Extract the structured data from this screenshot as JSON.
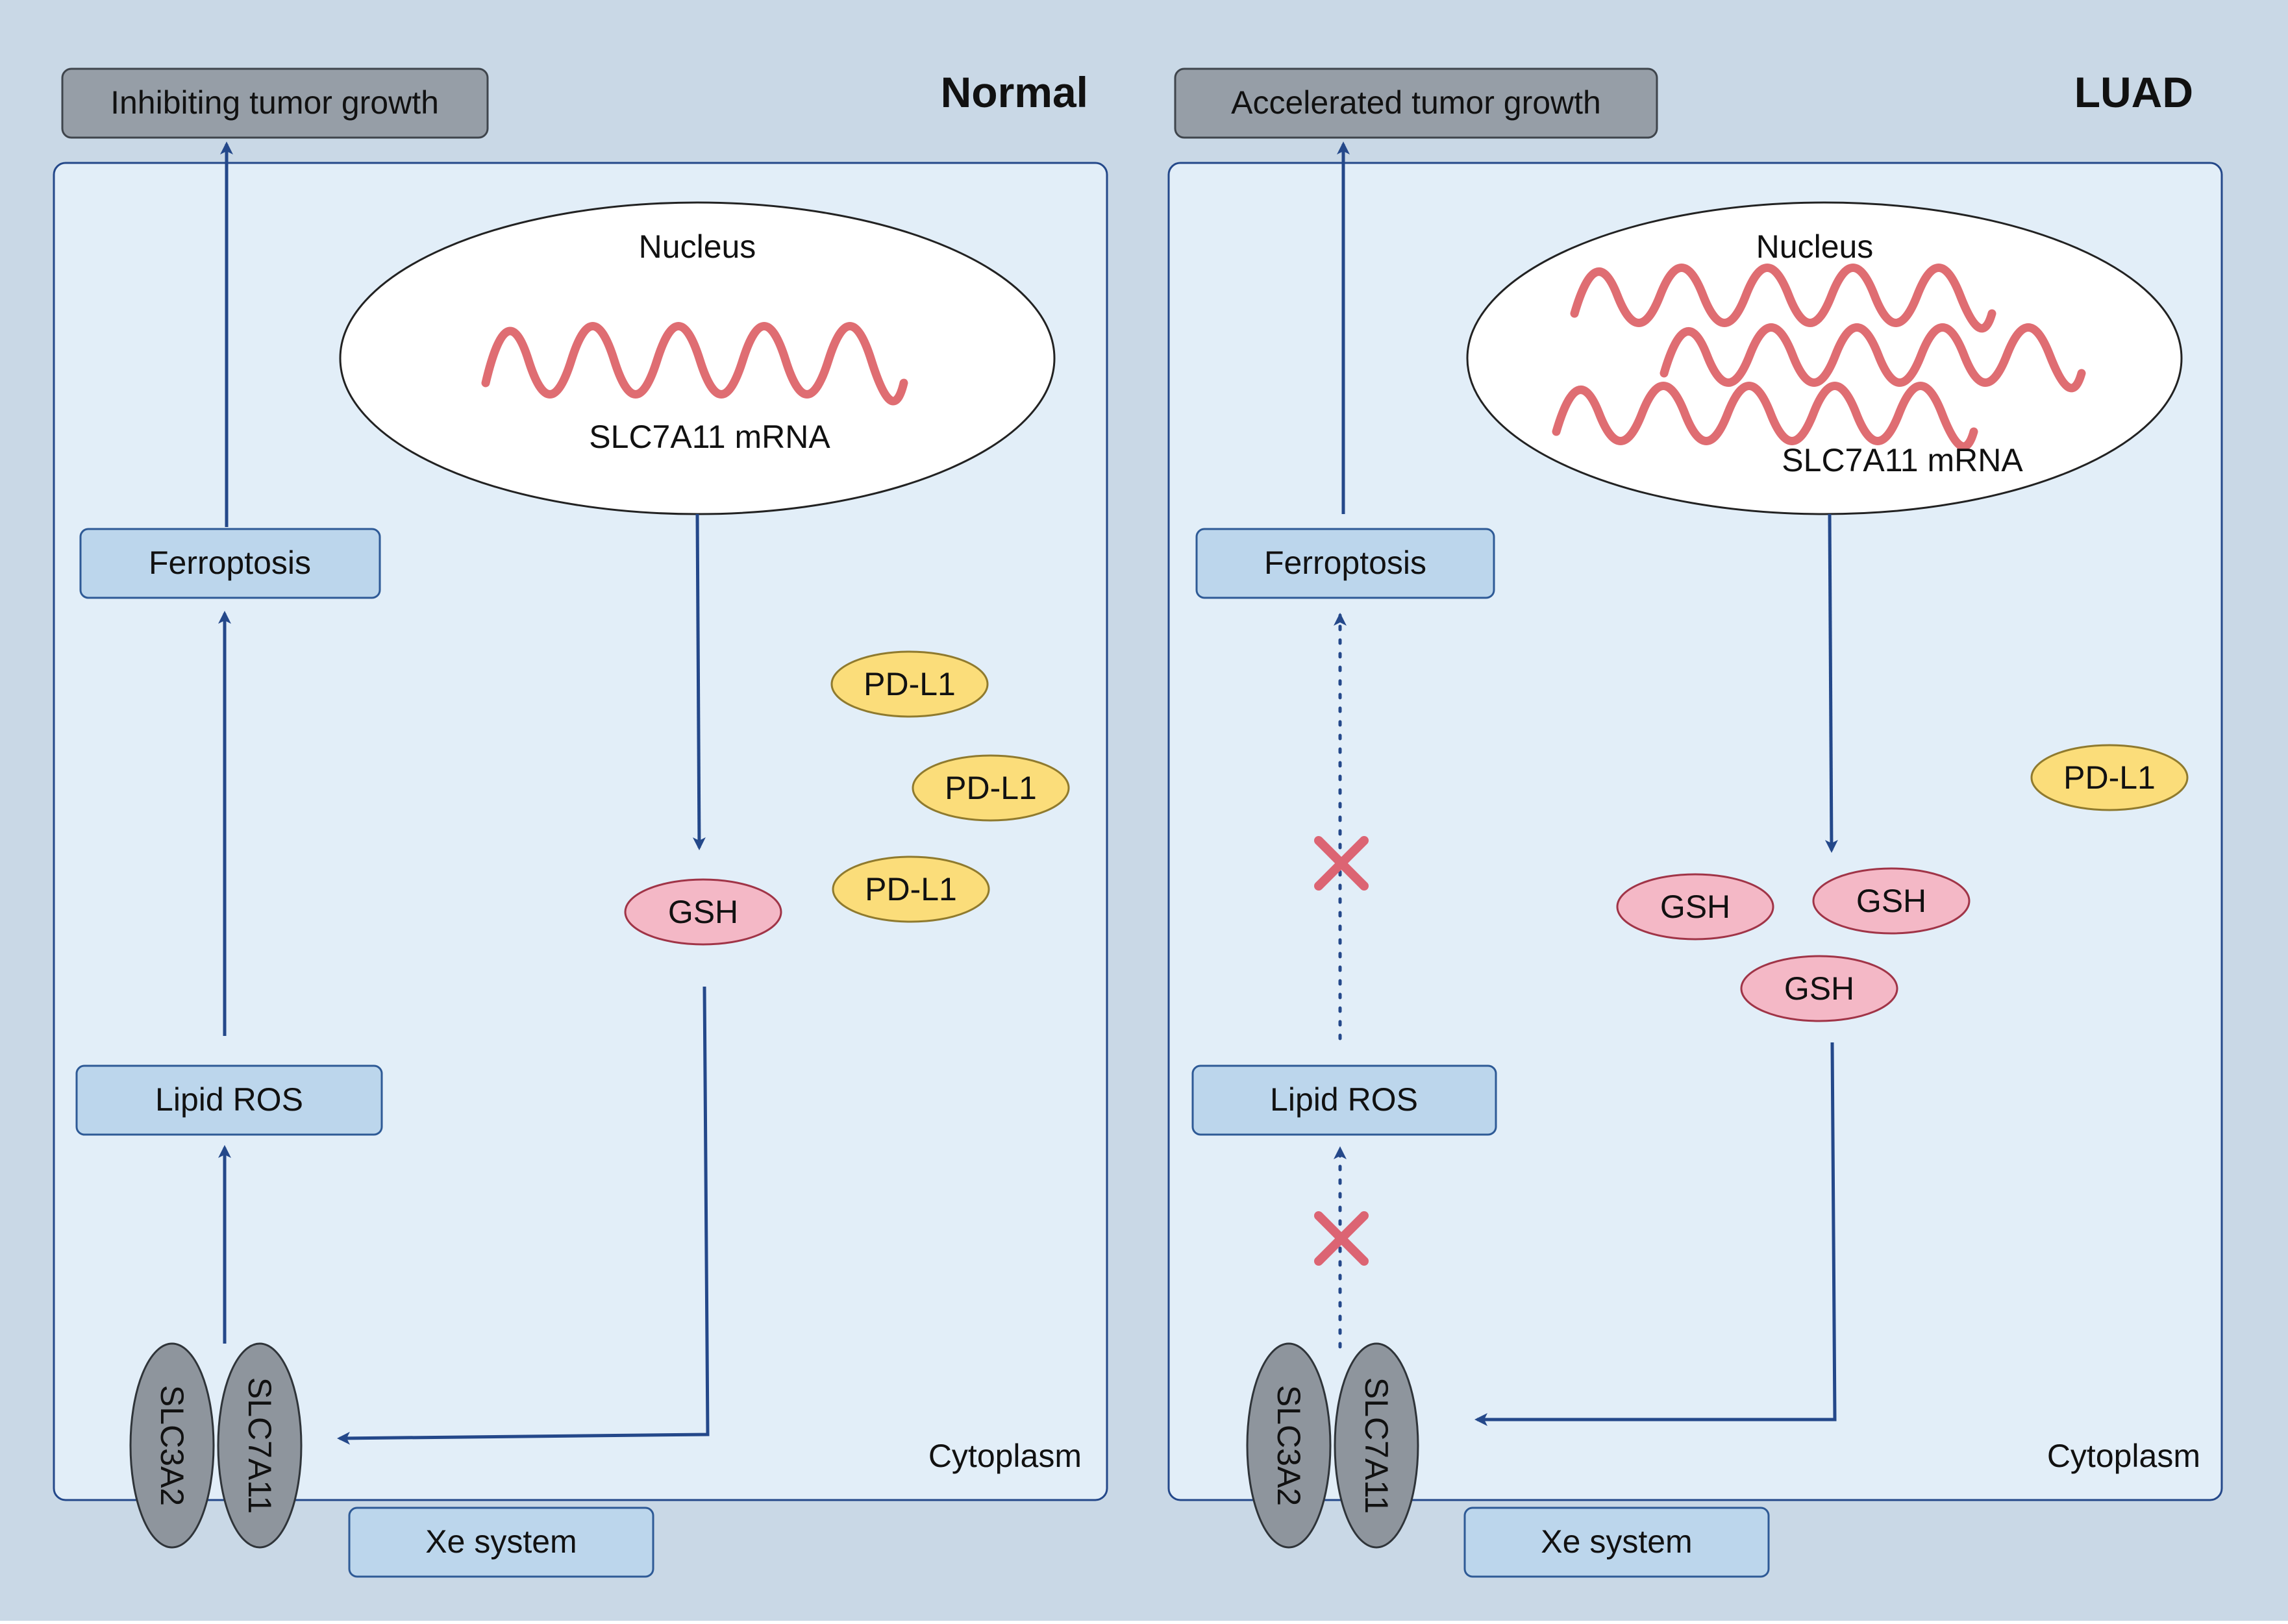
{
  "colors": {
    "outer_bg": "#c9d8e6",
    "cell_bg": "#e2eef8",
    "cell_border": "#24488a",
    "arrow": "#24488a",
    "box_fill": "#bcd6ec",
    "box_border": "#2e5a96",
    "outcome_fill": "#969ea7",
    "outcome_border": "#3f454c",
    "mrna": "#df6d72",
    "gsh_fill": "#f4b8c6",
    "gsh_border": "#a03447",
    "pdl1_fill": "#fbdd7a",
    "pdl1_border": "#8f7a2e",
    "transporter_fill": "#8e959d",
    "transporter_border": "#2f3439",
    "block_mark": "#dc6473"
  },
  "panels": [
    {
      "title": "Normal",
      "outcome": "Inhibiting tumor growth",
      "nucleus_label": "Nucleus",
      "mrna_label": "SLC7A11 mRNA",
      "mrna_count": 1,
      "ferroptosis": "Ferroptosis",
      "lipid_ros": "Lipid ROS",
      "gsh_labels": [
        "GSH"
      ],
      "pdl1_labels": [
        "PD-L1",
        "PD-L1",
        "PD-L1"
      ],
      "transporters": [
        "SLC3A2",
        "SLC7A11"
      ],
      "system_label": "Xe system",
      "cytoplasm_label": "Cytoplasm",
      "pathway_blocked": false
    },
    {
      "title": "LUAD",
      "outcome": "Accelerated tumor growth",
      "nucleus_label": "Nucleus",
      "mrna_label": "SLC7A11 mRNA",
      "mrna_count": 3,
      "ferroptosis": "Ferroptosis",
      "lipid_ros": "Lipid ROS",
      "gsh_labels": [
        "GSH",
        "GSH",
        "GSH"
      ],
      "pdl1_labels": [
        "PD-L1"
      ],
      "transporters": [
        "SLC3A2",
        "SLC7A11"
      ],
      "system_label": "Xe system",
      "cytoplasm_label": "Cytoplasm",
      "pathway_blocked": true
    }
  ]
}
